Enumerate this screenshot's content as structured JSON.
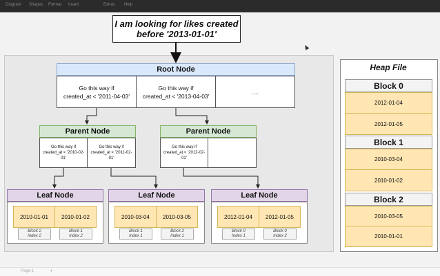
{
  "toolbar": {
    "items": [
      "Diagram",
      "Shapes",
      "Format",
      "Insert",
      "Extras",
      "Help"
    ]
  },
  "query": {
    "line1": "I am looking for likes created",
    "line2": "before '2013-01-01'"
  },
  "root": {
    "title": "Root Node",
    "cells": [
      {
        "line1": "Go this way if",
        "line2": "created_at < '2011-04-03'"
      },
      {
        "line1": "Go this way if",
        "line2": "created_at < '2013-04-03'"
      },
      {
        "line1": "....",
        "line2": ""
      }
    ]
  },
  "parents": [
    {
      "title": "Parent Node",
      "cells": [
        {
          "line1": "Go this way if",
          "line2": "created_at < '2010-02-",
          "line3": "01'"
        },
        {
          "line1": "Go this way if",
          "line2": "created_at < '2011-02-",
          "line3": "01'"
        }
      ]
    },
    {
      "title": "Parent Node",
      "cells": [
        {
          "line1": "Go this way if",
          "line2": "created_at < '2012-02-",
          "line3": "01'"
        },
        {
          "line1": "",
          "line2": "",
          "line3": ""
        }
      ]
    }
  ],
  "leaves": [
    {
      "title": "Leaf Node",
      "dates": [
        "2010-01-01",
        "2010-01-02"
      ],
      "refs": [
        {
          "block": "Block 2",
          "index": "Index 2"
        },
        {
          "block": "Block 1",
          "index": "Index 2"
        }
      ]
    },
    {
      "title": "Leaf Node",
      "dates": [
        "2010-03-04",
        "2010-03-05"
      ],
      "refs": [
        {
          "block": "Block 1",
          "index": "Index 1"
        },
        {
          "block": "Block 2",
          "index": "Index 1"
        }
      ]
    },
    {
      "title": "Leaf Node",
      "dates": [
        "2012-01-04",
        "2012-01-05"
      ],
      "refs": [
        {
          "block": "Block 0",
          "index": "Index 1"
        },
        {
          "block": "Block 0",
          "index": "Index 2"
        }
      ]
    }
  ],
  "heap": {
    "title": "Heap File",
    "blocks": [
      {
        "name": "Block 0",
        "values": [
          "2012-01-04",
          "2012-01-05"
        ]
      },
      {
        "name": "Block 1",
        "values": [
          "2010-03-04",
          "2010-01-02"
        ]
      },
      {
        "name": "Block 2",
        "values": [
          "2010-03-05",
          "2010-01-01"
        ]
      }
    ]
  },
  "pages": {
    "current": "Page-1"
  },
  "colors": {
    "root": "#dae8fc",
    "parent": "#d5e8d4",
    "leaf": "#e1d5e7",
    "value": "#ffe6b3"
  }
}
